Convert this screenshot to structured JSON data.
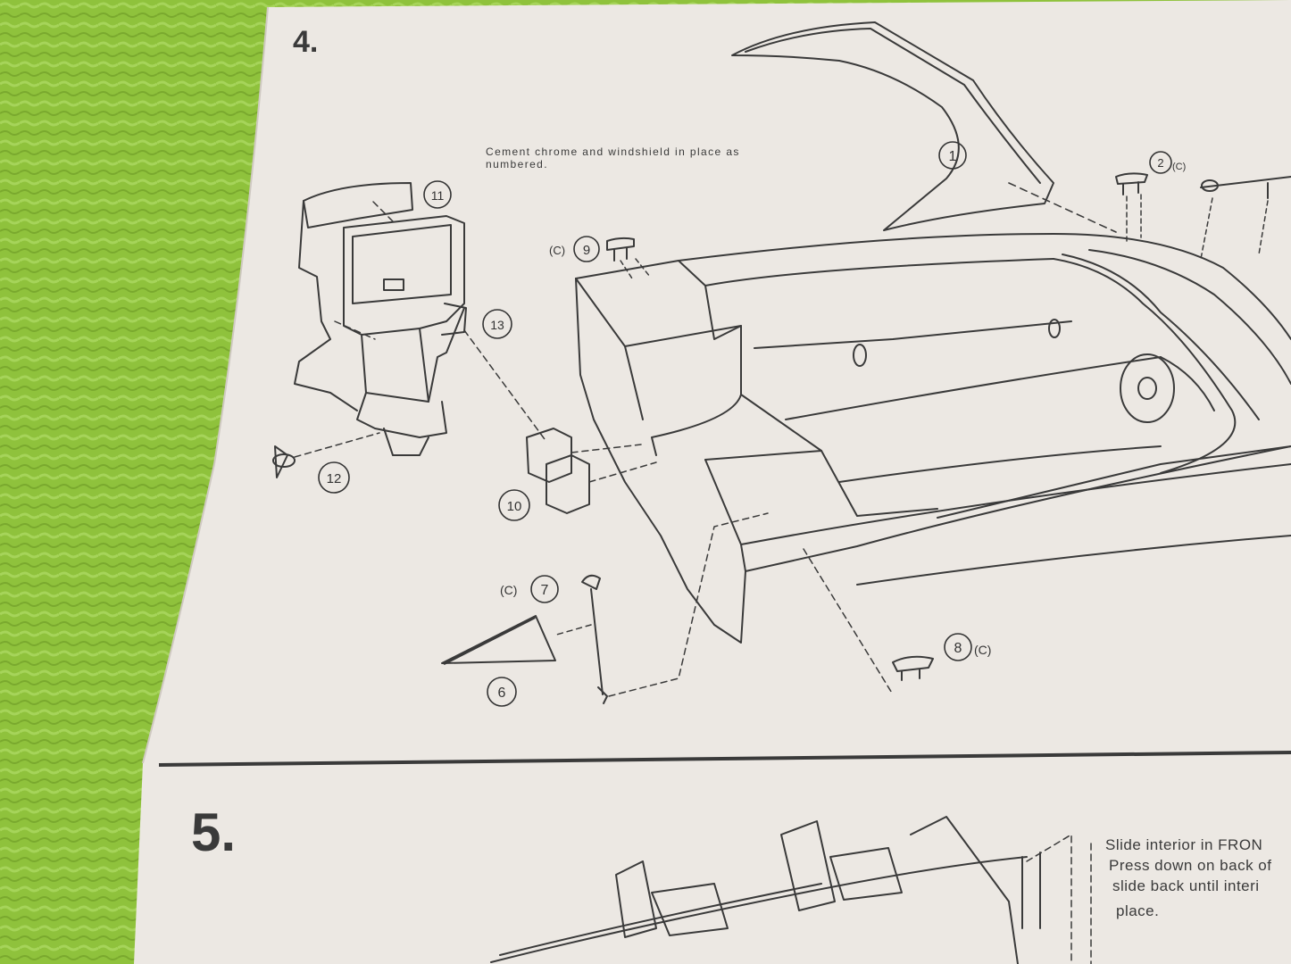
{
  "background": {
    "surface_color": "#8cbf3a",
    "paper_color": "#ece8e3",
    "ink_color": "#333333"
  },
  "step4": {
    "number": "4.",
    "caption_line1": "Cement chrome and windshield in place as",
    "caption_line2": "numbered."
  },
  "step5": {
    "number": "5.",
    "caption_lines": [
      "Slide interior in FRON",
      "Press down on back of",
      "slide back until interi",
      "place."
    ]
  },
  "callouts": {
    "p1": "1",
    "p2": "2",
    "p2_suffix": "(C)",
    "p6": "6",
    "p7": "7",
    "p7_prefix": "(C)",
    "p8": "8",
    "p8_suffix": "(C)",
    "p9": "9",
    "p9_prefix": "(C)",
    "p10": "10",
    "p11": "11",
    "p12": "12",
    "p13": "13"
  }
}
